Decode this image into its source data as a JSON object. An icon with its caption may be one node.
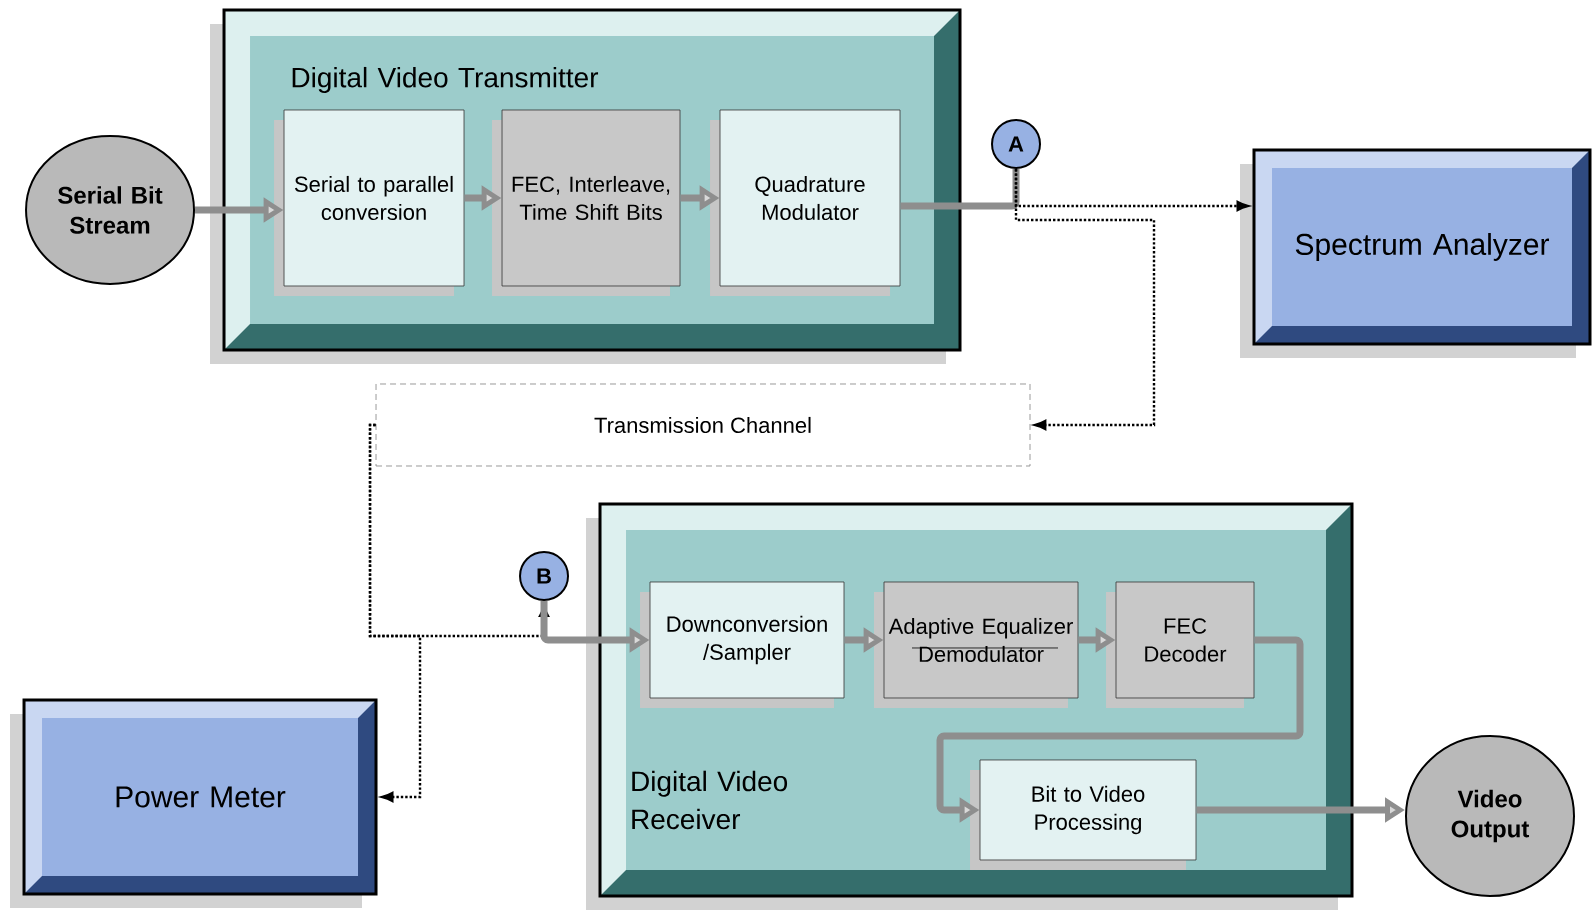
{
  "diagram": {
    "nodes": [
      {
        "text": [
          "Serial Bit Stream"
        ]
      },
      {
        "text": [
          "Digital Video Transmitter"
        ]
      },
      {
        "text": [
          "Serial to parallel conversion"
        ],
        "in": 1
      },
      {
        "text": [
          "FEC, Interleave, Time Shift Bits"
        ],
        "in": 1
      },
      {
        "text": [
          "Quadrature Modulator"
        ],
        "in": 1
      },
      {
        "text": [
          "A"
        ]
      },
      {
        "text": [
          "Spectrum Analyzer"
        ]
      },
      {
        "text": [
          "Transmission Channel"
        ]
      },
      {
        "text": [
          "B"
        ]
      },
      {
        "text": [
          "Power Meter"
        ]
      },
      {
        "text": [
          "Digital Video Receiver"
        ]
      },
      {
        "text": [
          "Downconversion /Sampler"
        ],
        "in": 10
      },
      {
        "text": [
          "Adaptive Equalizer Demodulator"
        ],
        "in": 10
      },
      {
        "text": [
          "FEC Decoder"
        ],
        "in": 10
      },
      {
        "text": [
          "Bit to Video Processing"
        ],
        "in": 10
      },
      {
        "text": [
          "Video Output"
        ]
      }
    ],
    "edges": [
      {
        "from": 0,
        "to": 2,
        "arrow": "to"
      },
      {
        "from": 2,
        "to": 3,
        "arrow": "to"
      },
      {
        "from": 3,
        "to": 4,
        "arrow": "to"
      },
      {
        "from": 4,
        "to": 5,
        "arrow": "none"
      },
      {
        "from": 5,
        "to": 6,
        "arrow": "to",
        "style": "dashed",
        "color": "#000000"
      },
      {
        "from": 5,
        "to": 7,
        "arrow": "to",
        "style": "dashed",
        "color": "#000000"
      },
      {
        "from": 7,
        "to": 8,
        "arrow": "to",
        "style": "dashed",
        "color": "#000000"
      },
      {
        "from": 7,
        "to": 9,
        "arrow": "to",
        "style": "dashed",
        "color": "#000000"
      },
      {
        "from": 8,
        "to": 11,
        "arrow": "to"
      },
      {
        "from": 11,
        "to": 12,
        "arrow": "to"
      },
      {
        "from": 12,
        "to": 13,
        "arrow": "to"
      },
      {
        "from": 13,
        "to": 14,
        "arrow": "to"
      },
      {
        "from": 14,
        "to": 15,
        "arrow": "to"
      }
    ]
  }
}
